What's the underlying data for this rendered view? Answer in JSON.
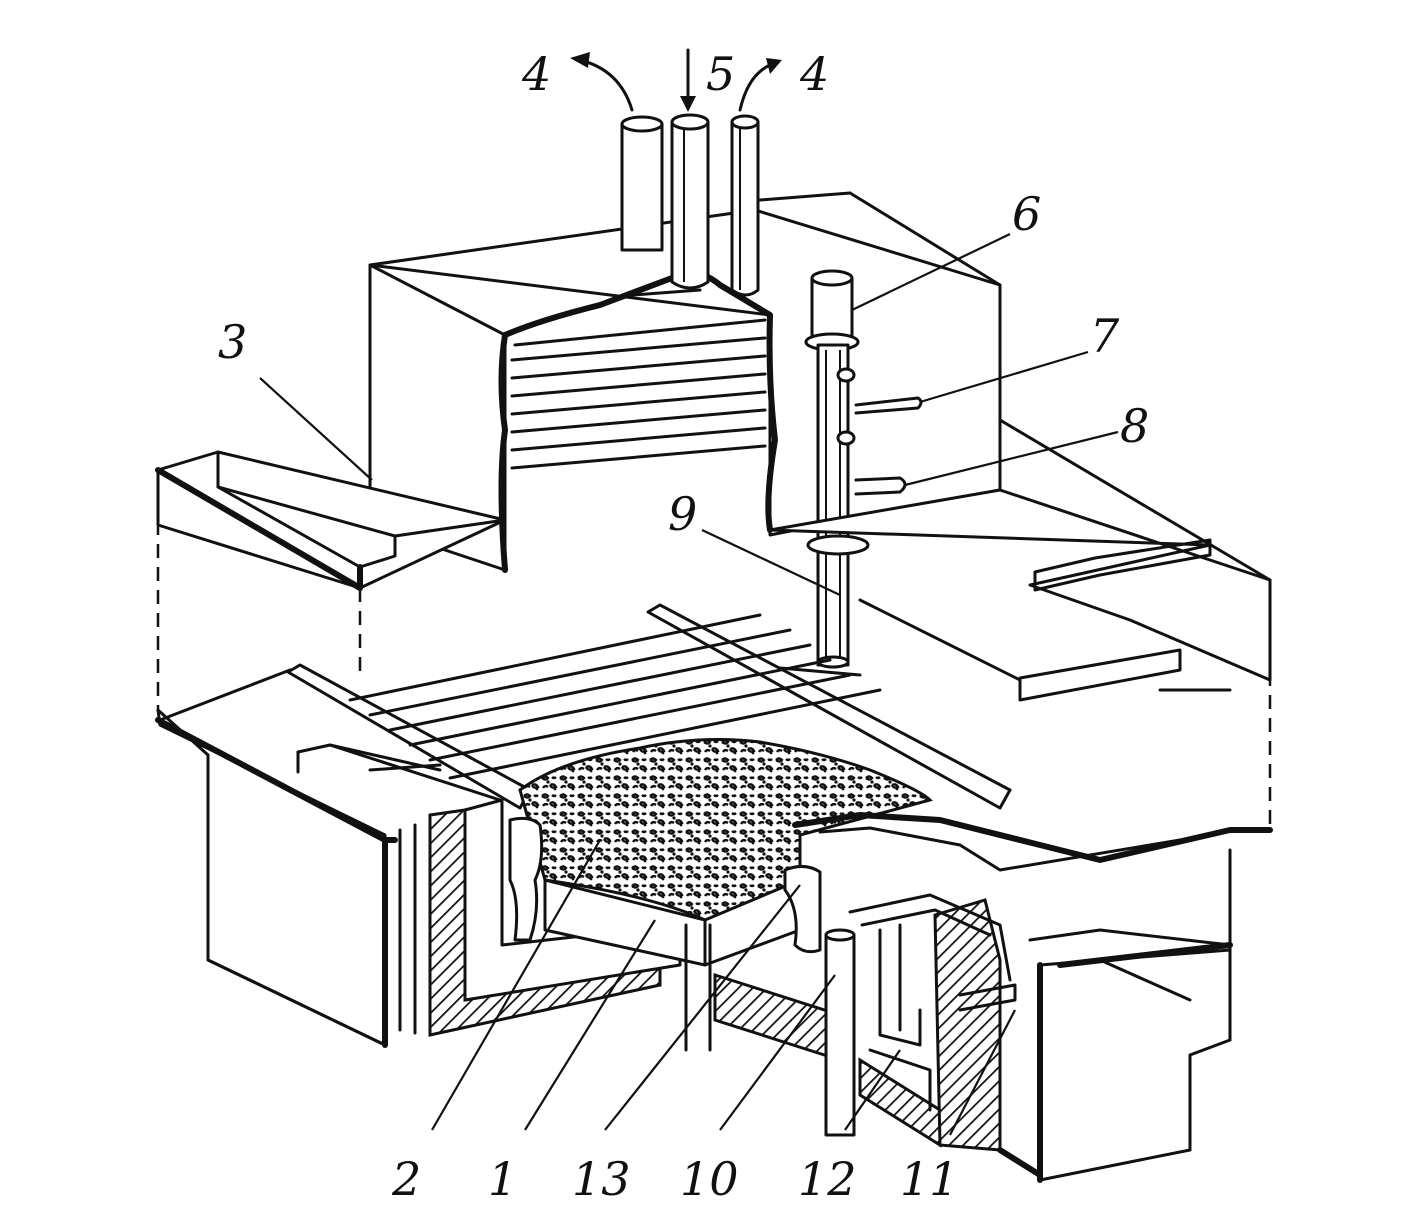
{
  "diagram": {
    "labels": {
      "l4a": "4",
      "l5": "5",
      "l4b": "4",
      "l6": "6",
      "l3": "3",
      "l7": "7",
      "l8": "8",
      "l9": "9",
      "l2": "2",
      "l1": "1",
      "l13": "13",
      "l10": "10",
      "l12": "12",
      "l11": "11"
    }
  }
}
